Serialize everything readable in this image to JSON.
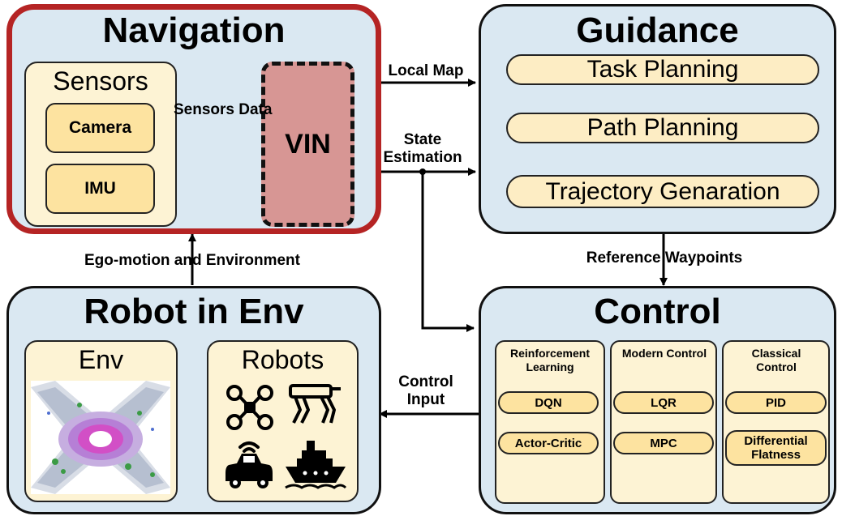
{
  "navigation": {
    "title": "Navigation",
    "sensors": {
      "title": "Sensors",
      "items": [
        "Camera",
        "IMU"
      ]
    },
    "vin_label": "VIN"
  },
  "guidance": {
    "title": "Guidance",
    "steps": [
      "Task Planning",
      "Path Planning",
      "Trajectory Genaration"
    ]
  },
  "robot_env": {
    "title": "Robot in Env",
    "env_title": "Env",
    "robots_title": "Robots",
    "robot_icons": [
      "drone-icon",
      "quadruped-robot-icon",
      "autonomous-car-icon",
      "ship-icon"
    ]
  },
  "control": {
    "title": "Control",
    "groups": [
      {
        "title": "Reinforcement Learning",
        "items": [
          "DQN",
          "Actor-Critic"
        ]
      },
      {
        "title": "Modern Control",
        "items": [
          "LQR",
          "MPC"
        ]
      },
      {
        "title": "Classical Control",
        "items": [
          "PID",
          "Differential Flatness"
        ]
      }
    ]
  },
  "edges": {
    "sensors_data": "Sensors Data",
    "local_map": "Local Map",
    "state_estimation": "State Estimation",
    "reference_waypoints": "Reference Waypoints",
    "control_input": "Control Input",
    "ego_motion": "Ego-motion and Environment"
  },
  "colors": {
    "panel_bg": "#dae8f2",
    "navigation_border": "#b52424",
    "vin_fill": "#d79694",
    "card_bg": "#fdf3d4",
    "chip_bg": "#fde3a0"
  }
}
